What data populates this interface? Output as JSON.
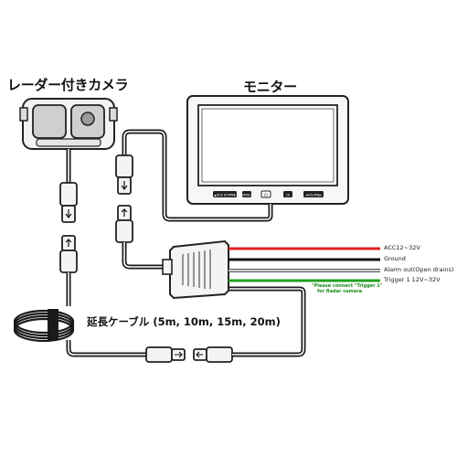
{
  "labels": {
    "camera": "レーダー付きカメラ",
    "monitor": "モニター",
    "extension_cable": "延長ケーブル (5m, 10m, 15m, 20m)"
  },
  "monitor_buttons": [
    "▲DOE DOWN▼",
    "MENU",
    "⏻",
    "CH",
    "◄VOLUME►"
  ],
  "wires": [
    {
      "label": "ACC12~32V",
      "color": "#e02020"
    },
    {
      "label": "Ground",
      "color": "#111111"
    },
    {
      "label": "Alarm out(Open drains)",
      "color": "#e8e8e8"
    },
    {
      "label": "Trigger 1 12V~32V",
      "color": "#20a020"
    }
  ],
  "note": {
    "line1": "\"Please connect \"Trigger 1\"",
    "line2": "for Radar camera"
  },
  "colors": {
    "cable": "#1a1a1a",
    "cable_inner": "#ffffff",
    "device": "#f5f5f5",
    "outline": "#222222"
  }
}
